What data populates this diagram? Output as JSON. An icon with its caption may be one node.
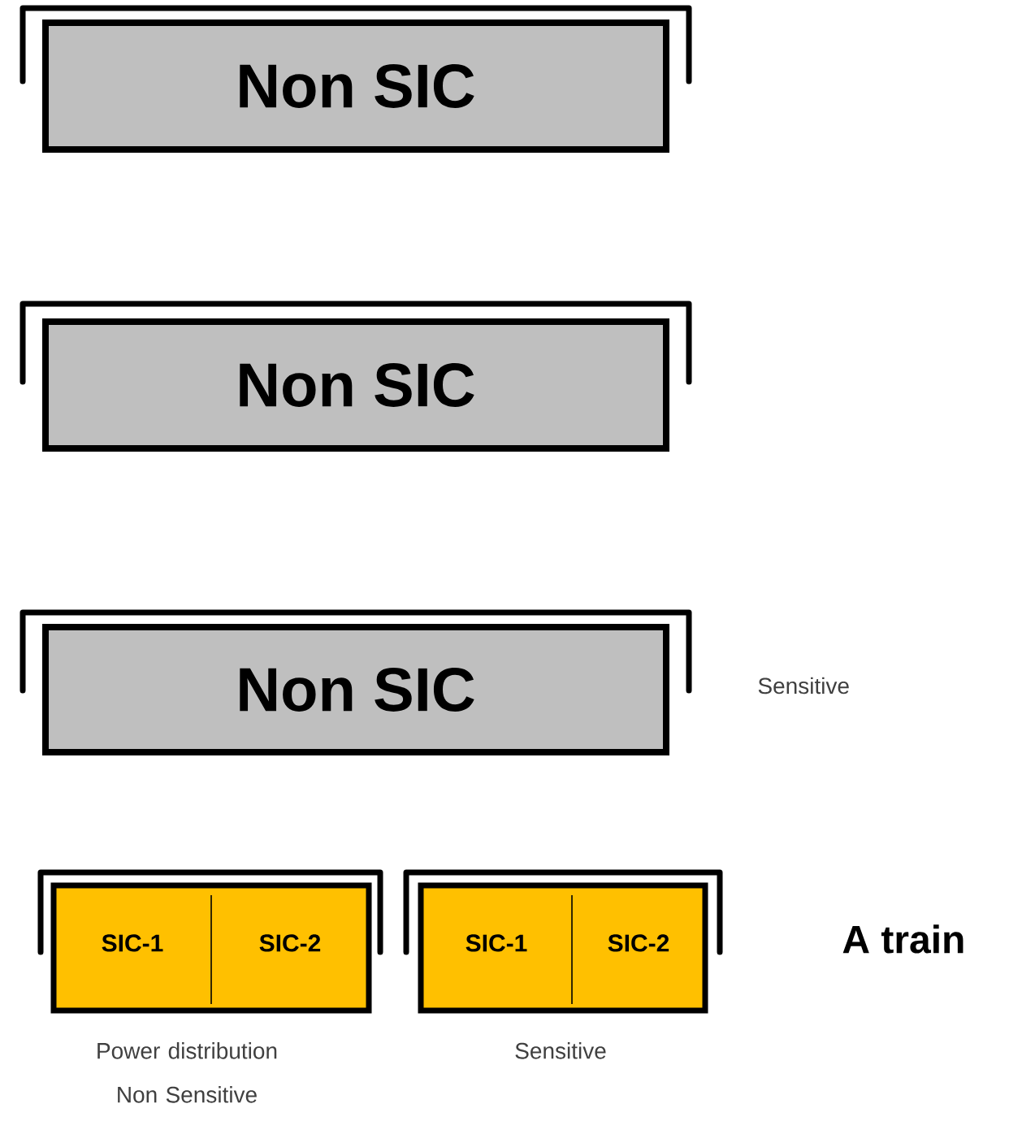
{
  "diagram": {
    "nodes": [
      {
        "text": [
          "Non SIC"
        ]
      },
      {
        "text": [
          "Non SIC"
        ]
      },
      {
        "text": [
          "Non SIC"
        ]
      },
      {
        "text": [
          "SIC-1",
          "SIC-2"
        ],
        "beside": [
          "Power distribution Non Sensitive"
        ]
      },
      {
        "text": [
          "SIC-1",
          "SIC-2"
        ],
        "beside": [
          "Sensitive"
        ]
      }
    ],
    "labels": [
      "Sensitive",
      "A train"
    ]
  }
}
